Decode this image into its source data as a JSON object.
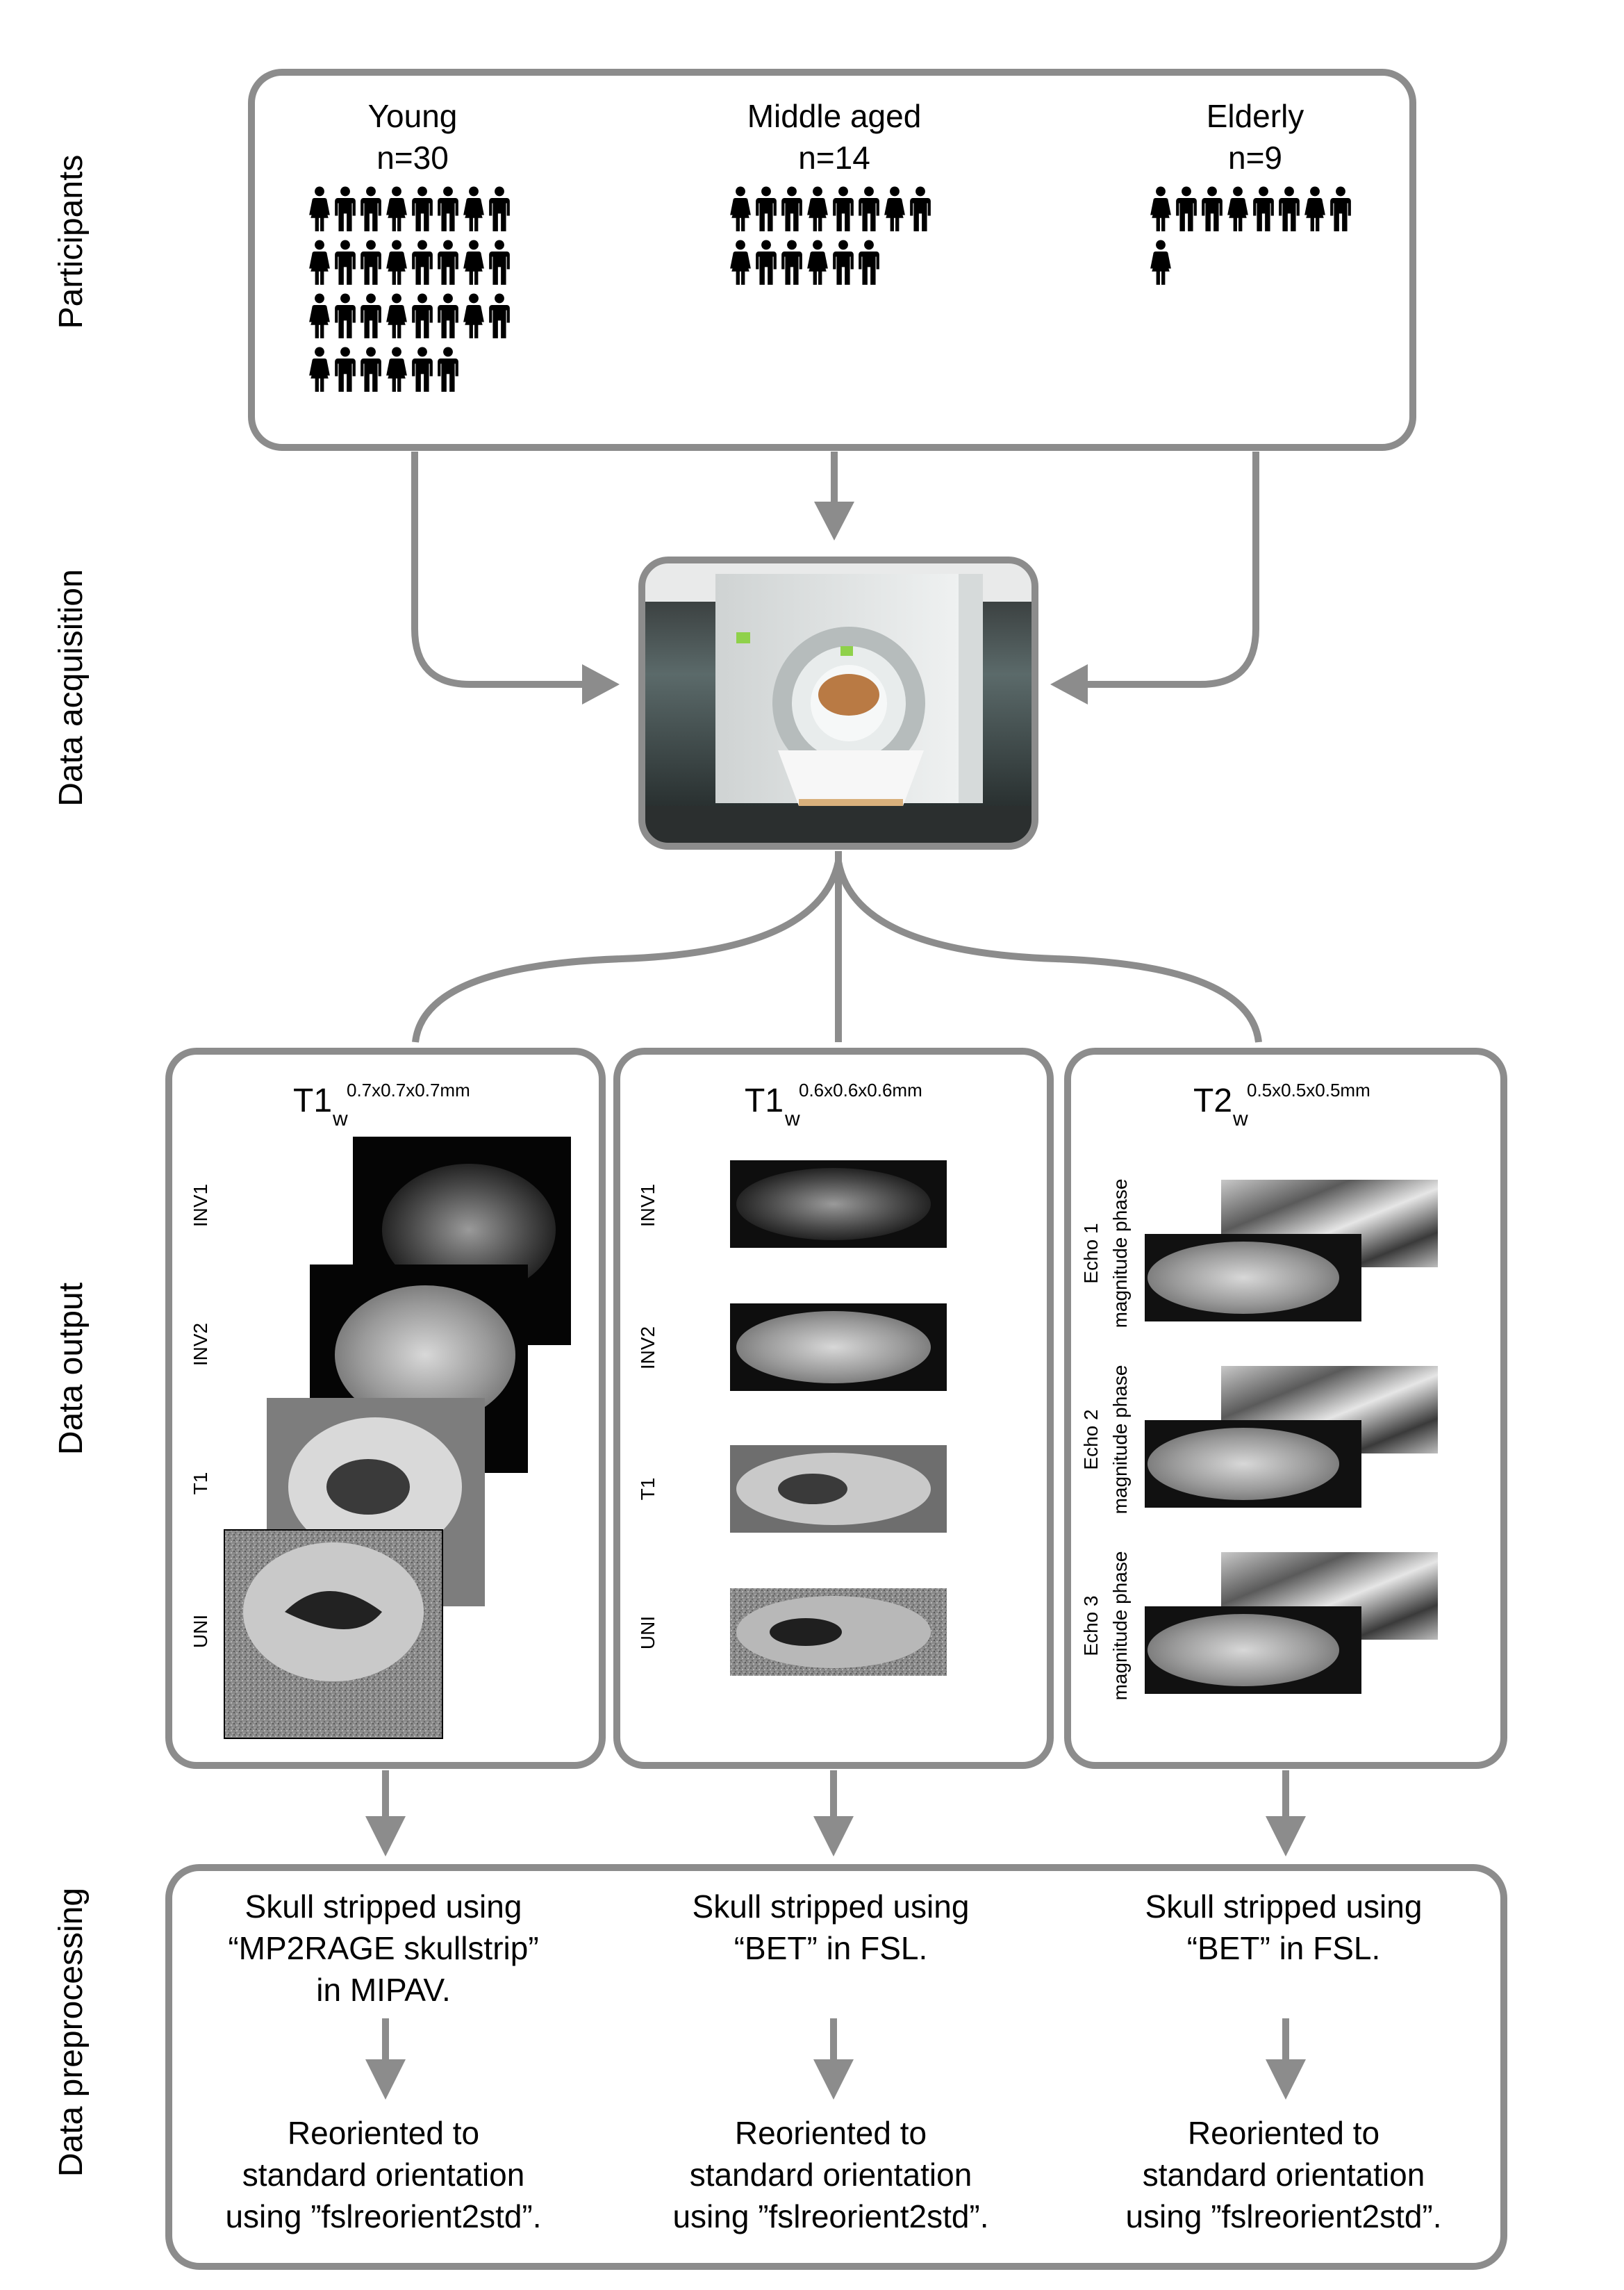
{
  "side_labels": {
    "participants": "Participants",
    "acquisition": "Data acquisition",
    "output": "Data output",
    "preprocessing": "Data preprocessing"
  },
  "groups": [
    {
      "name": "Young",
      "count_label": "n=30",
      "count": 30
    },
    {
      "name": "Middle aged",
      "count_label": "n=14",
      "count": 14
    },
    {
      "name": "Elderly",
      "count_label": "n=9",
      "count": 9
    }
  ],
  "outputs": [
    {
      "seq": "T1",
      "sub": "w",
      "res": "0.7x0.7x0.7mm",
      "images": [
        "INV1",
        "INV2",
        "T1",
        "UNI"
      ]
    },
    {
      "seq": "T1",
      "sub": "w",
      "res": "0.6x0.6x0.6mm",
      "images": [
        "INV1",
        "INV2",
        "T1",
        "UNI"
      ]
    },
    {
      "seq": "T2",
      "sub": "w",
      "res": "0.5x0.5x0.5mm",
      "echoes": [
        {
          "echo": "Echo 1",
          "types": "magnitude phase"
        },
        {
          "echo": "Echo 2",
          "types": "magnitude phase"
        },
        {
          "echo": "Echo 3",
          "types": "magnitude phase"
        }
      ]
    }
  ],
  "preprocessing": [
    {
      "step1": [
        "Skull stripped using",
        "“MP2RAGE skullstrip”",
        "in MIPAV."
      ],
      "step2": [
        "Reoriented to",
        "standard orientation",
        "using ”fslreorient2std”."
      ]
    },
    {
      "step1": [
        "Skull stripped using",
        "“BET” in FSL."
      ],
      "step2": [
        "Reoriented to",
        "standard orientation",
        "using ”fslreorient2std”."
      ]
    },
    {
      "step1": [
        "Skull stripped using",
        "“BET” in FSL."
      ],
      "step2": [
        "Reoriented to",
        "standard orientation",
        "using ”fslreorient2std”."
      ]
    }
  ],
  "colors": {
    "box": "#8c8c8c",
    "arrow": "#8c8c8c",
    "person": "#000000"
  }
}
